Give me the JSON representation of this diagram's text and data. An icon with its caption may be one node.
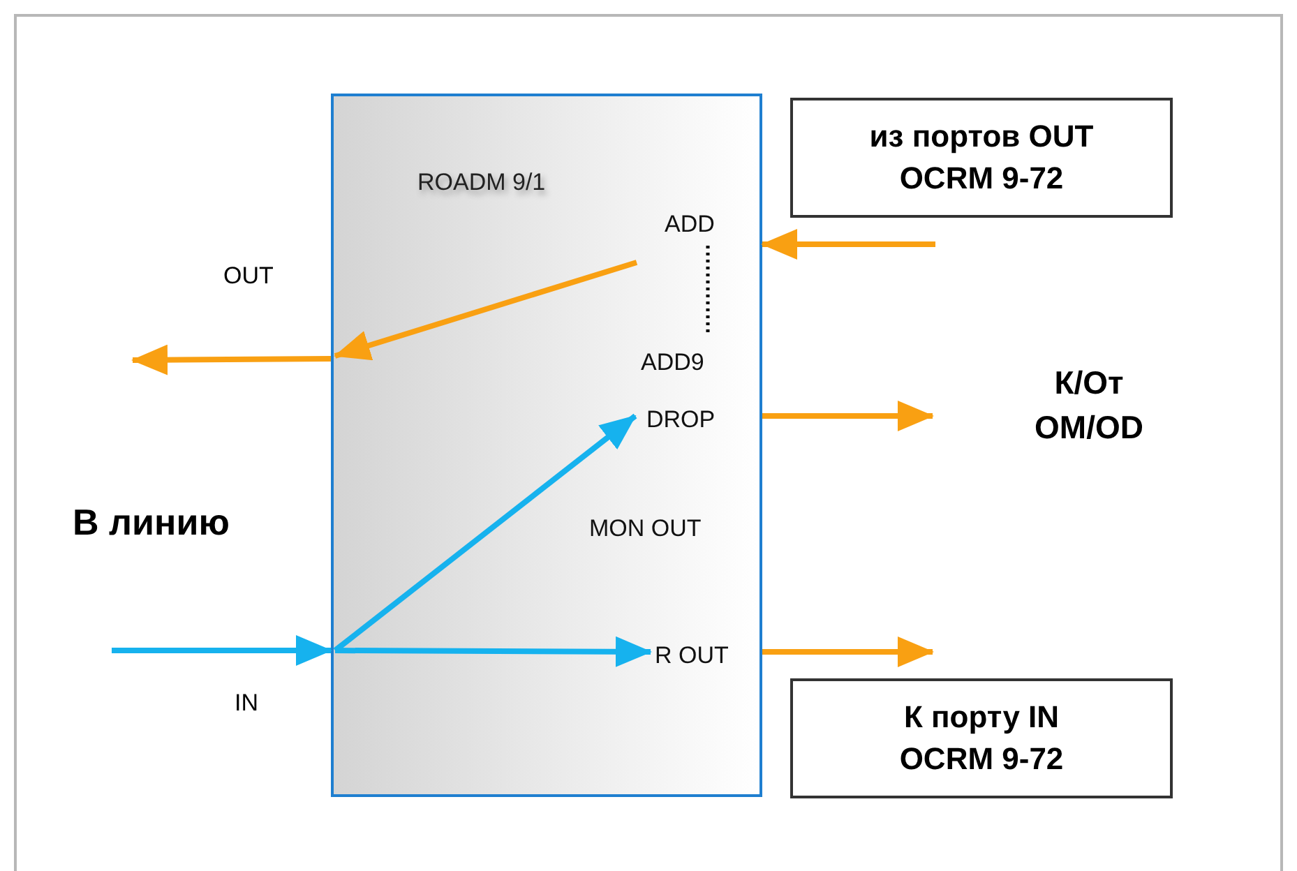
{
  "diagram": {
    "nodes": [
      {
        "text": [
          "ROADM 9/1"
        ]
      },
      {
        "text": [
          "ADD"
        ],
        "in": 0
      },
      {
        "text": [
          "ADD9"
        ],
        "in": 0
      },
      {
        "text": [
          "DROP"
        ],
        "in": 0
      },
      {
        "text": [
          "MON OUT"
        ],
        "in": 0
      },
      {
        "text": [
          "R OUT"
        ],
        "in": 0
      },
      {
        "text": [
          "из портов OUT OCRM 9-72"
        ]
      },
      {
        "text": [
          "К/От OM/OD"
        ]
      },
      {
        "text": [
          "К порту IN OCRM 9-72"
        ]
      }
    ],
    "edges": [
      {
        "from": null,
        "to": 0,
        "arrow": "to"
      },
      {
        "from": 1,
        "to": null,
        "arrow": "to"
      },
      {
        "from": 0,
        "to": null,
        "arrow": "to"
      },
      {
        "from": 1,
        "to": 2,
        "arrow": "none",
        "style": "dashed",
        "color": "#000000"
      },
      {
        "from": null,
        "to": 0,
        "arrow": "to",
        "color": "#16b2ee"
      },
      {
        "from": null,
        "to": 3,
        "arrow": "to",
        "color": "#16b2ee"
      },
      {
        "from": null,
        "to": 5,
        "arrow": "to",
        "color": "#16b2ee"
      },
      {
        "from": 3,
        "to": 7,
        "arrow": "to"
      },
      {
        "from": 5,
        "to": 8,
        "arrow": "to"
      }
    ],
    "labels": [
      "OUT",
      "В линию",
      "IN"
    ]
  }
}
